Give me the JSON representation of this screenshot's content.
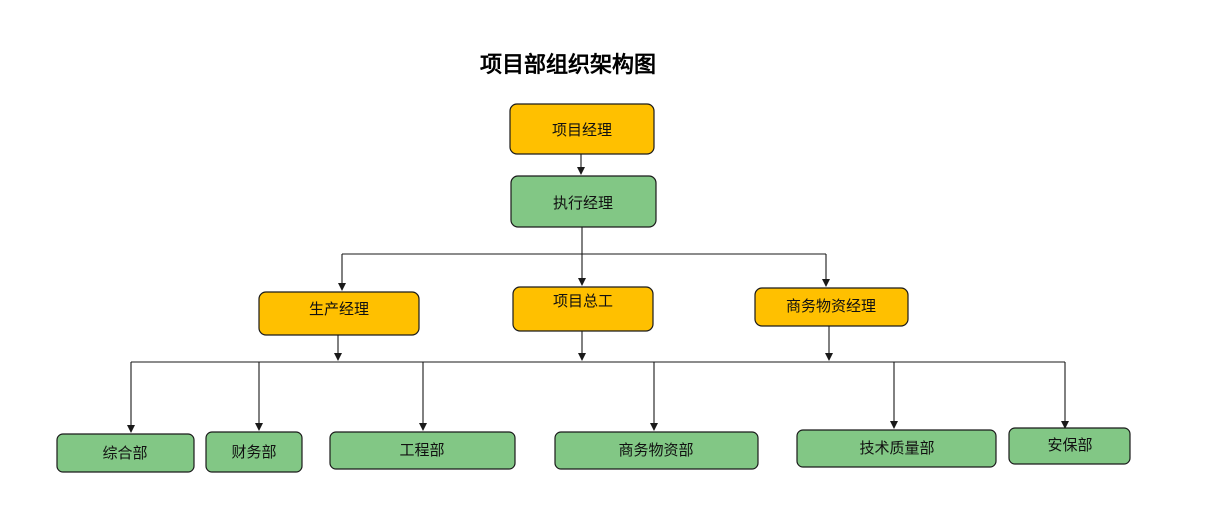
{
  "title": "项目部组织架构图",
  "colors": {
    "orange": "#FFC000",
    "green": "#82C785",
    "stroke": "#1a1a1a"
  },
  "nodes": {
    "pm": {
      "label": "项目经理",
      "color": "orange"
    },
    "exec": {
      "label": "执行经理",
      "color": "green"
    },
    "production": {
      "label": "生产经理",
      "color": "orange"
    },
    "chief_engineer": {
      "label": "项目总工",
      "color": "orange"
    },
    "commercial_mgr": {
      "label": "商务物资经理",
      "color": "orange"
    },
    "general": {
      "label": "综合部",
      "color": "green"
    },
    "finance": {
      "label": "财务部",
      "color": "green"
    },
    "engineering": {
      "label": "工程部",
      "color": "green"
    },
    "commercial": {
      "label": "商务物资部",
      "color": "green"
    },
    "tech_quality": {
      "label": "技术质量部",
      "color": "green"
    },
    "security": {
      "label": "安保部",
      "color": "green"
    }
  },
  "edges": [
    [
      "pm",
      "exec"
    ],
    [
      "exec",
      "production"
    ],
    [
      "exec",
      "chief_engineer"
    ],
    [
      "exec",
      "commercial_mgr"
    ],
    [
      "production",
      "general"
    ],
    [
      "production",
      "finance"
    ],
    [
      "production",
      "engineering"
    ],
    [
      "chief_engineer",
      "commercial"
    ],
    [
      "commercial_mgr",
      "tech_quality"
    ],
    [
      "commercial_mgr",
      "security"
    ]
  ]
}
